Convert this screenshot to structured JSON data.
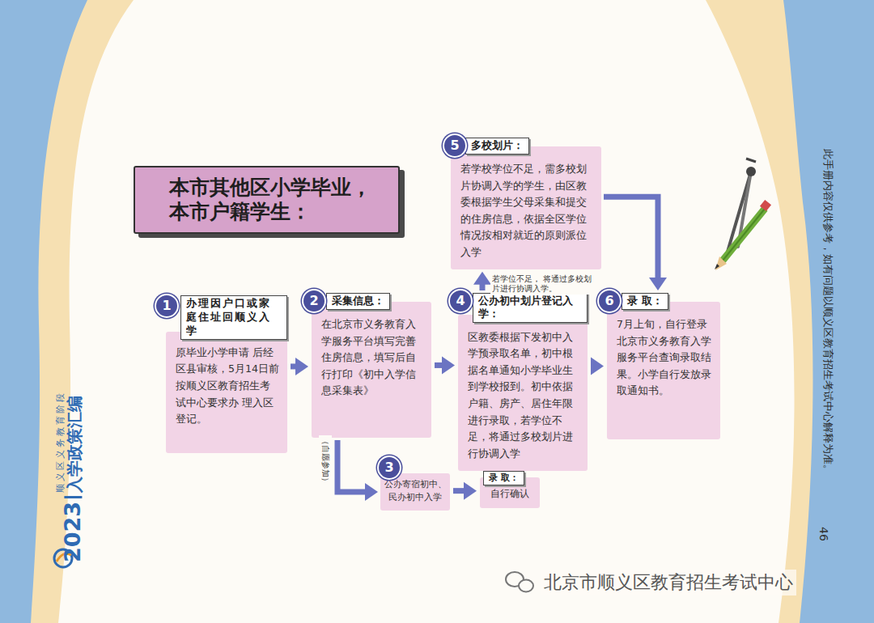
{
  "diagram": {
    "title": "本市其他区小学毕业， 本市户籍学生：",
    "nodes": [
      {
        "text": [
          "办理因户口或家庭住址回顺义入学",
          "原毕业小学申请 后经区县审核，5月14日前按顺义区教育招生考试中心要求办 理入区登记。"
        ]
      },
      {
        "text": [
          "采集信息：",
          "在北京市义务教育入学服务平台填写完善住房信息，填写后自行打印《初中入学信息采集表》"
        ]
      },
      {
        "text": [
          "多校划片：",
          "若学校学位不足，需多校划片协调入学的学生，由区教委根据学生父母采集和提交的住房信息，依据全区学位情况按相对就近的原则派位入学"
        ]
      },
      {
        "text": [
          "公办初中划片登记入学：",
          "区教委根据下发初中入学预录取名单，初中根据名单通知小学毕业生到学校报到。初中依据户籍、房产、居住年限进行录取，若学位不足，将通过多校划片进行协调入学"
        ]
      },
      {
        "text": [
          "录 取：",
          "7月上旬，自行登录北京市义务教育入学服务平台查询录取结果。小学自行发放录取通知书。"
        ]
      },
      {
        "text": [
          "公办寄宿初中、民办初中入学"
        ]
      },
      {
        "text": [
          "录 取：",
          "自行确认"
        ]
      }
    ],
    "edges": [
      {
        "from": 0,
        "to": 1,
        "arrow": "to"
      },
      {
        "from": 1,
        "to": 3,
        "arrow": "to"
      },
      {
        "from": 3,
        "to": 2,
        "label": "若学位不足， 将通过多校划片进行协调入学。",
        "arrow": "to"
      },
      {
        "from": 2,
        "to": 4,
        "arrow": "to"
      },
      {
        "from": 3,
        "to": 4,
        "arrow": "to"
      },
      {
        "from": 1,
        "to": 5,
        "label": "（自愿参加）",
        "arrow": "to"
      },
      {
        "from": 5,
        "to": 6,
        "arrow": "to"
      }
    ],
    "labels": [
      "1",
      "2",
      "3",
      "4",
      "5",
      "6",
      "顺义区义务教育阶段",
      "2023",
      "入学政策汇编",
      "此手册内容仅供参考，如有问题以顺义区教育招生考试中心解释为准。",
      "46",
      "北京市顺义区教育招生考试中心"
    ]
  }
}
